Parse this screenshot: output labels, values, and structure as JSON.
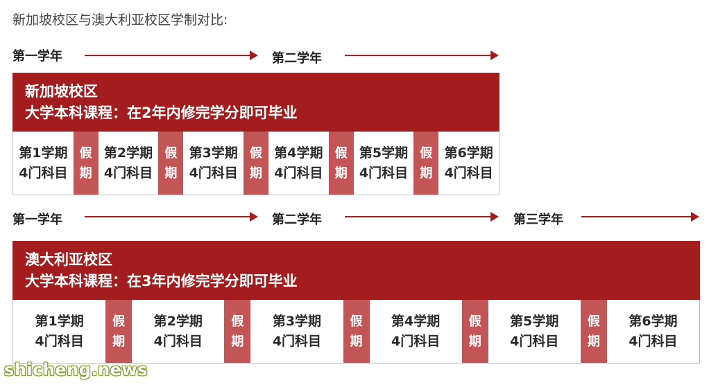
{
  "intro": "新加坡校区与澳大利亚校区学制对比:",
  "singapore": {
    "years": [
      "第一学年",
      "第二学年"
    ],
    "campus": "新加坡校区",
    "desc": "大学本科课程：在2年内修完学分即可毕业",
    "terms": [
      {
        "name": "第1学期",
        "courses": "4门科目"
      },
      {
        "name": "第2学期",
        "courses": "4门科目"
      },
      {
        "name": "第3学期",
        "courses": "4门科目"
      },
      {
        "name": "第4学期",
        "courses": "4门科目"
      },
      {
        "name": "第5学期",
        "courses": "4门科目"
      },
      {
        "name": "第6学期",
        "courses": "4门科目"
      }
    ]
  },
  "australia": {
    "years": [
      "第一学年",
      "第二学年",
      "第三学年"
    ],
    "campus": "澳大利亚校区",
    "desc": "大学本科课程：在3年内修完学分即可毕业",
    "terms": [
      {
        "name": "第1学期",
        "courses": "4门科目"
      },
      {
        "name": "第2学期",
        "courses": "4门科目"
      },
      {
        "name": "第3学期",
        "courses": "4门科目"
      },
      {
        "name": "第4学期",
        "courses": "4门科目"
      },
      {
        "name": "第5学期",
        "courses": "4门科目"
      },
      {
        "name": "第6学期",
        "courses": "4门科目"
      }
    ]
  },
  "break_label": [
    "假",
    "期"
  ],
  "watermark": "shicheng.news",
  "colors": {
    "banner": "#a31c1e",
    "break": "#c45556",
    "arrow": "#a51c1c"
  }
}
